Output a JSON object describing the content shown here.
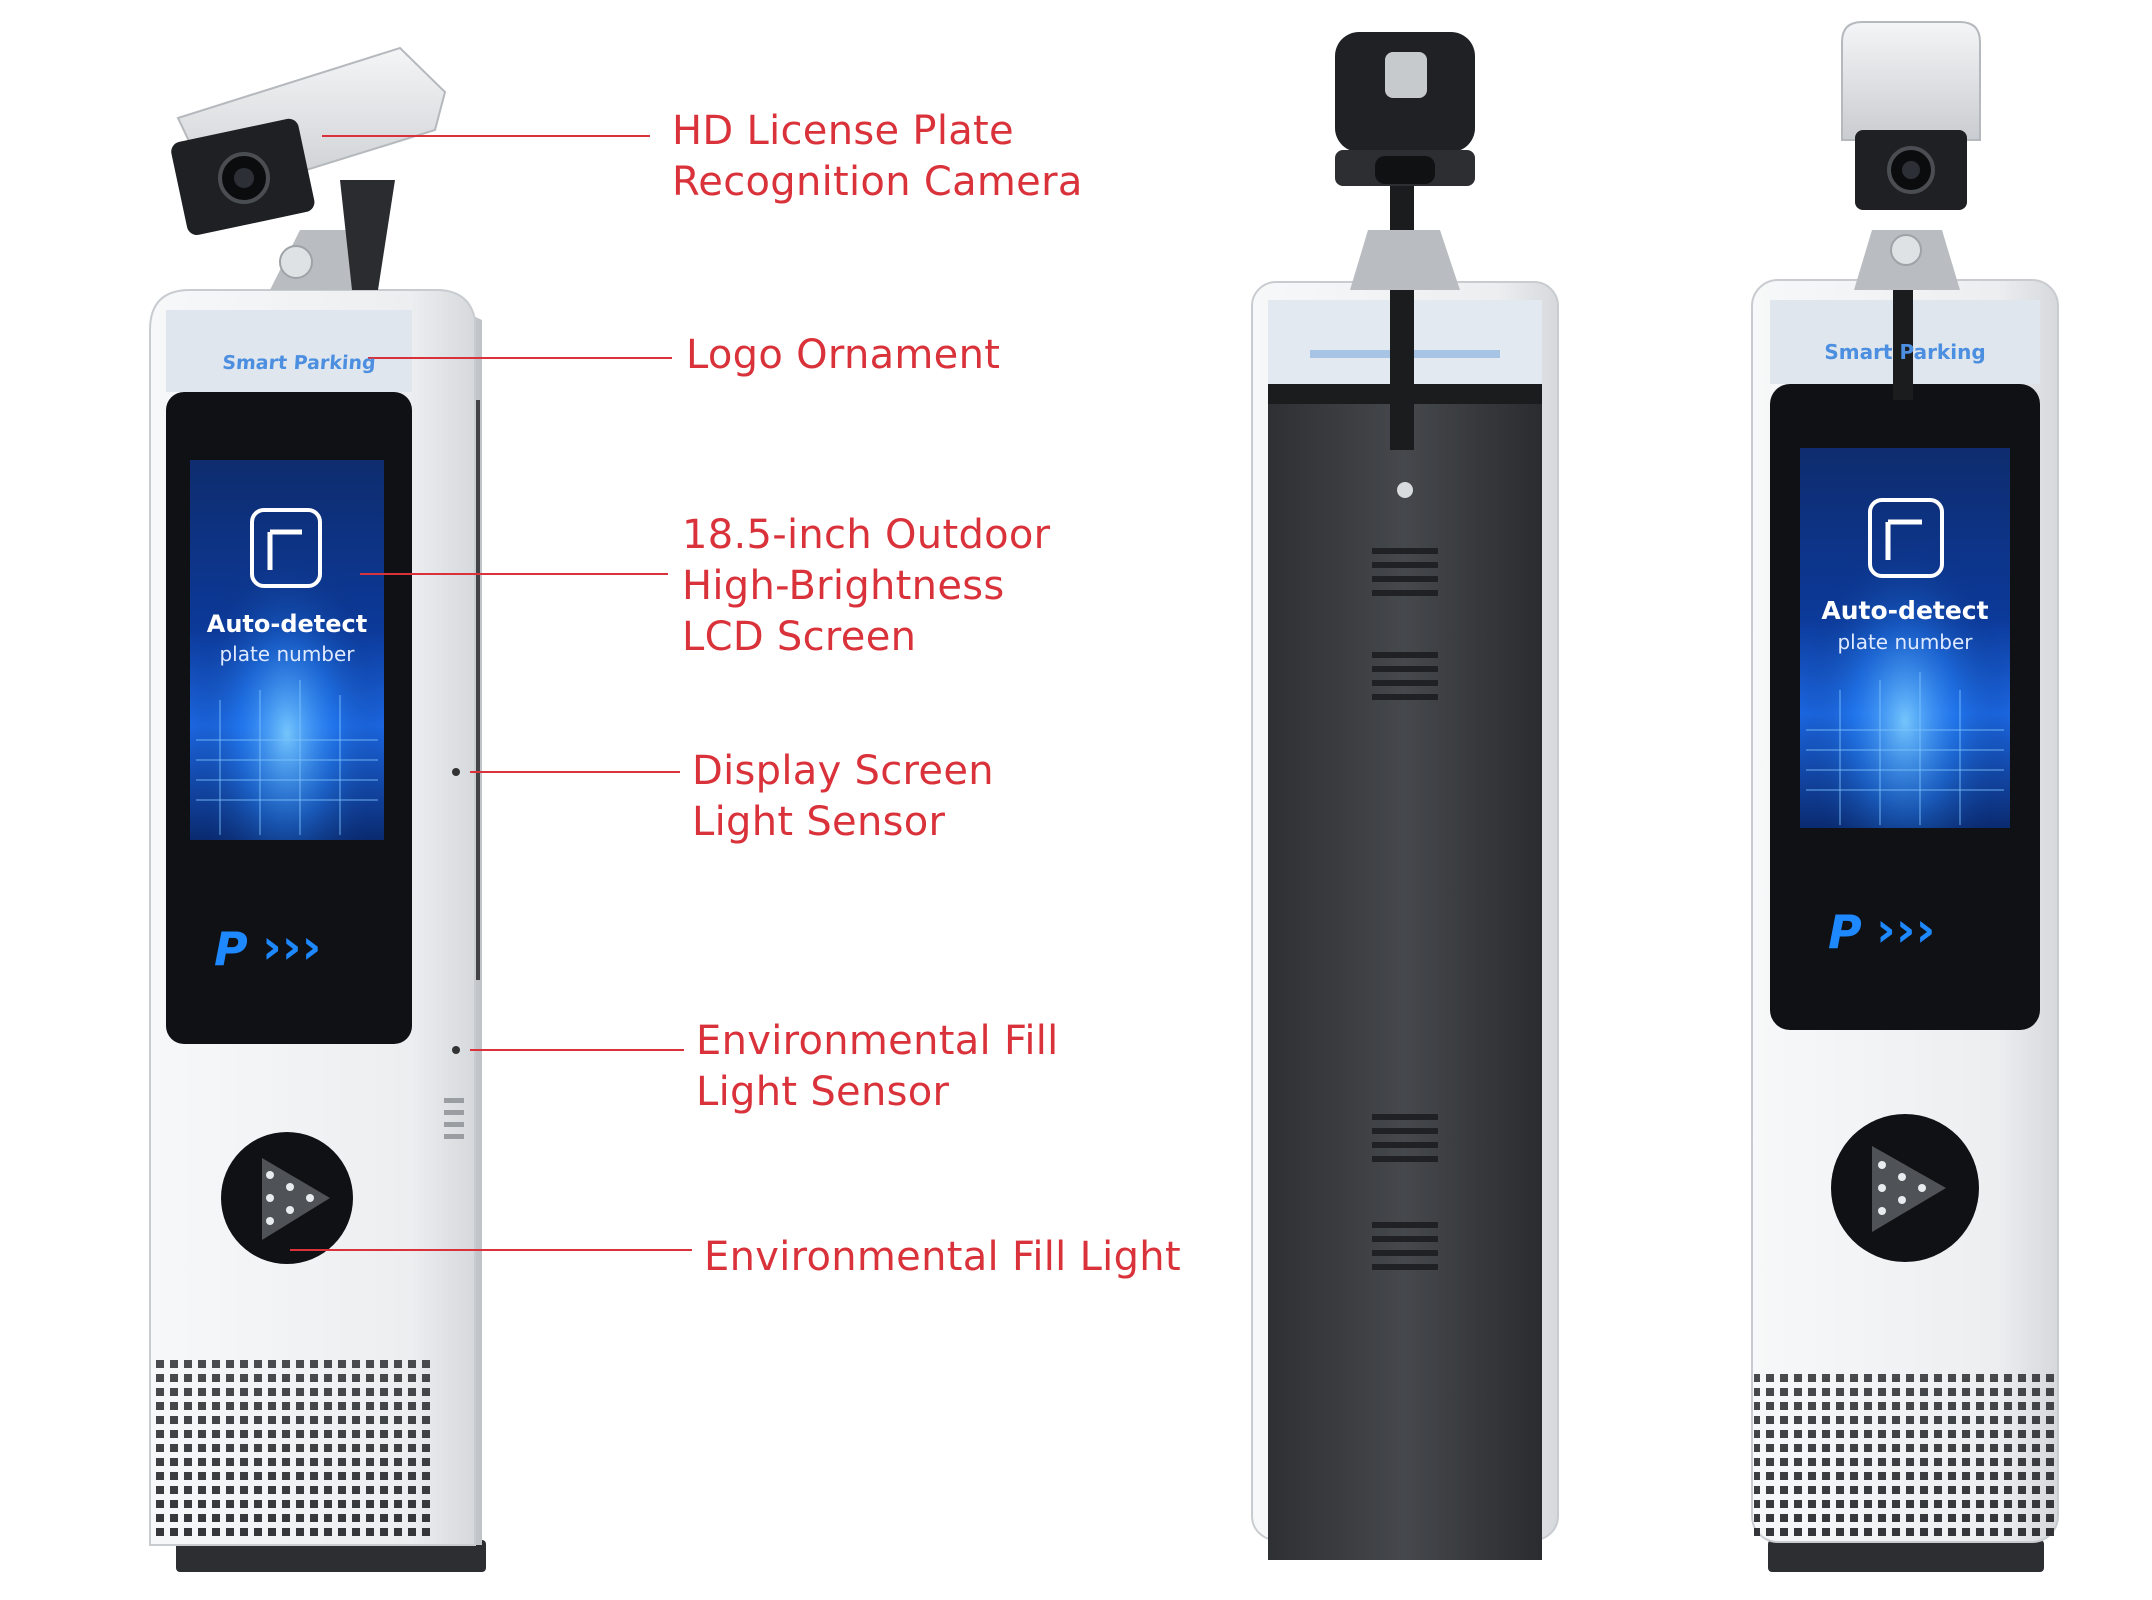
{
  "image": "Smart parking license plate recognition terminal, shown from three angles with labeled components",
  "labels": {
    "camera": [
      "HD License Plate",
      "Recognition Camera"
    ],
    "logo": [
      "Logo Ornament"
    ],
    "screen": [
      "18.5-inch Outdoor",
      "High-Brightness",
      "LCD Screen"
    ],
    "screen_sensor": [
      "Display Screen",
      "Light Sensor"
    ],
    "fill_sensor": [
      "Environmental Fill",
      "Light Sensor"
    ],
    "fill_light": [
      "Environmental Fill Light"
    ]
  },
  "device": {
    "logo_text": "Smart Parking",
    "screen_title": "Auto-detect",
    "screen_subtitle": "plate number",
    "brand_mark": "P",
    "arrows": "›››"
  },
  "colors": {
    "label": "#d9323a",
    "leader_line": "#d9323a",
    "housing": "#eef0f2",
    "screen_bezel": "#0f1114",
    "screen_glow": "#1a5fd6",
    "brand_blue": "#1e88ff",
    "back_panel": "#3a3c3f"
  }
}
